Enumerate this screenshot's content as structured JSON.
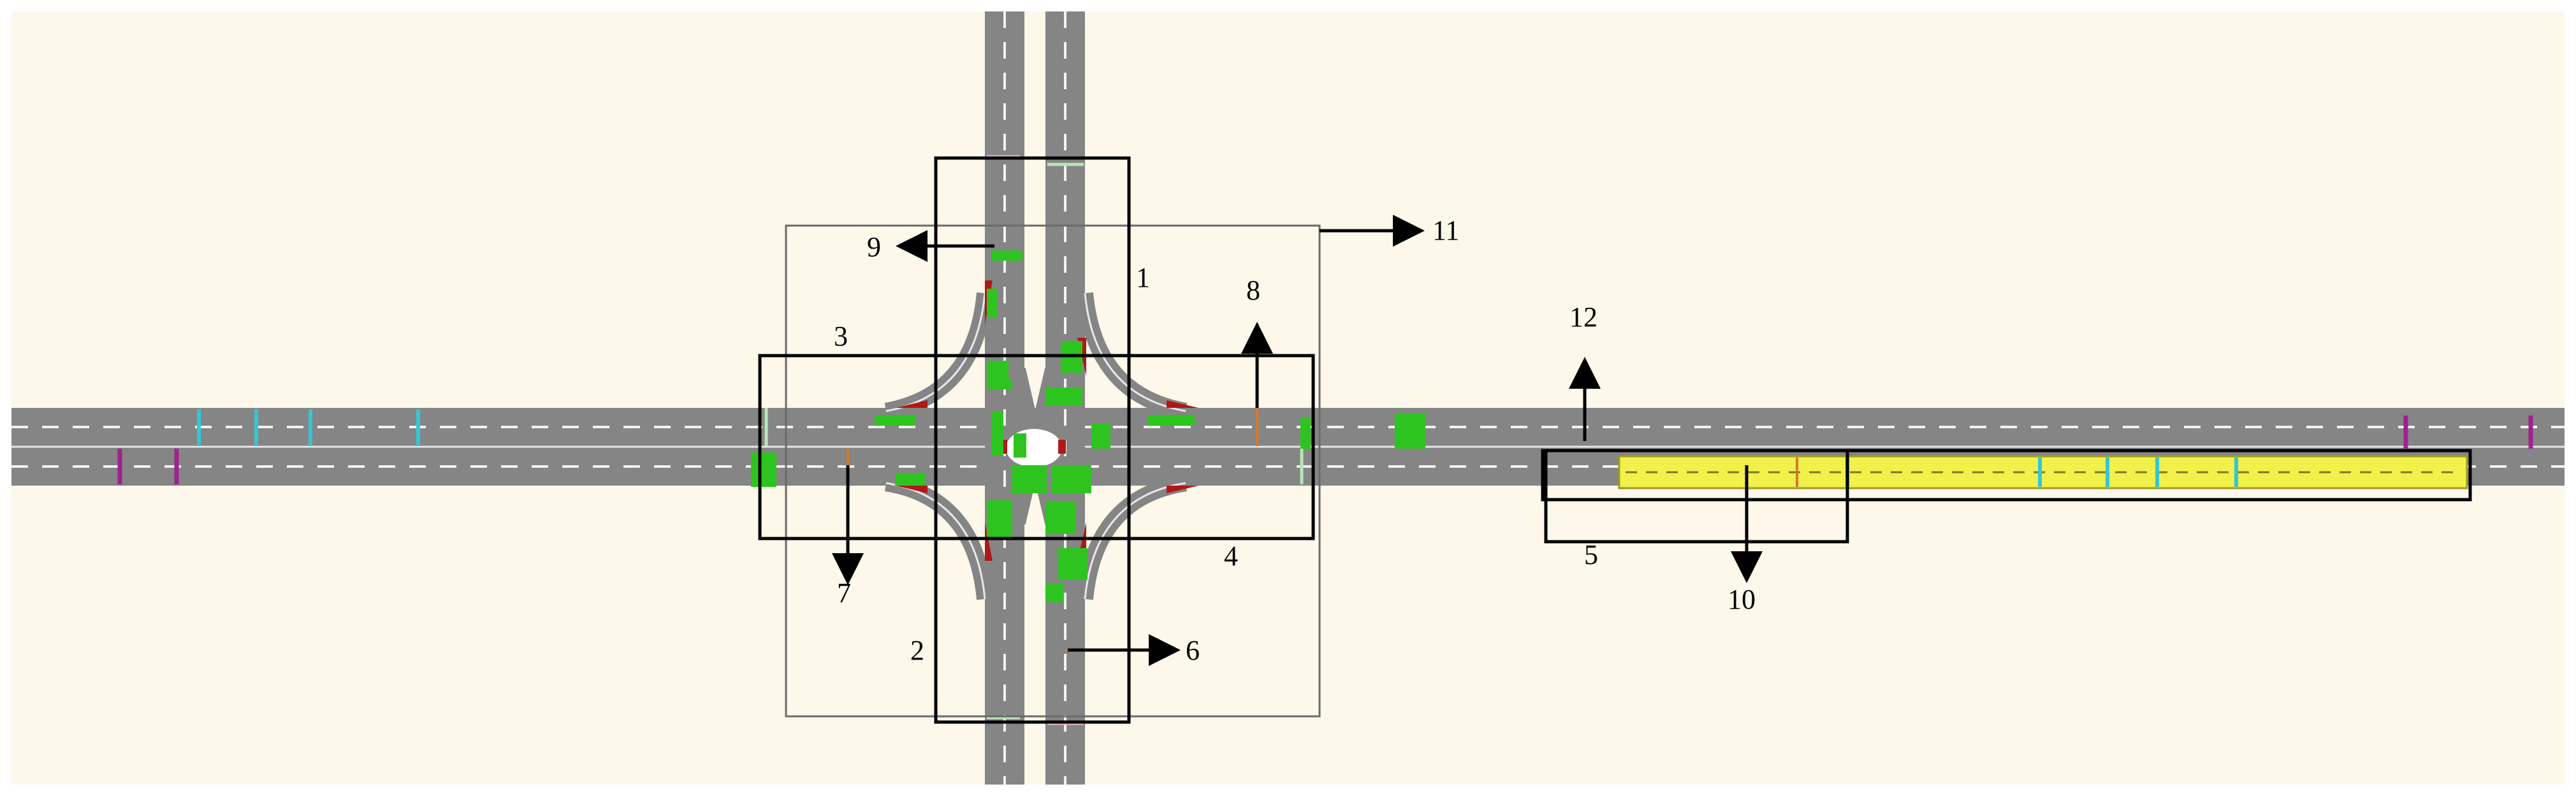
{
  "diagram": {
    "labels": [
      "1",
      "2",
      "3",
      "4",
      "5",
      "6",
      "7",
      "8",
      "9",
      "10",
      "11",
      "12"
    ],
    "colors": {
      "canvas": "#fdf8ea",
      "road": "#858585",
      "lane_marking": "#f2f2f2",
      "vehicle": "#2ec41f",
      "signal_red": "#b01818",
      "bus_lane_fill": "#f2f04a",
      "detector_cyan": "#33c7d6",
      "detector_magenta": "#a0218f",
      "detector_orange": "#d47a2a"
    }
  }
}
